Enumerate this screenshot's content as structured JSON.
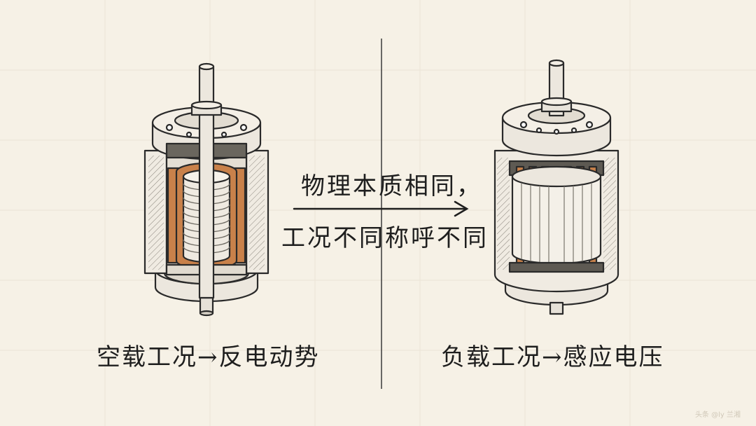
{
  "left": {
    "caption": "空载工况→反电动势"
  },
  "right": {
    "caption": "负载工况→感应电压"
  },
  "center": {
    "line1": "物理本质相同，",
    "line2": "工况不同称呼不同"
  },
  "watermark": "头条 @ly 兰湘",
  "colors": {
    "background": "#f6f1e6",
    "ink": "#2a2a2a",
    "copper": "#c9814a",
    "metal": "#ece7de",
    "shade": "#d6d0c5"
  }
}
